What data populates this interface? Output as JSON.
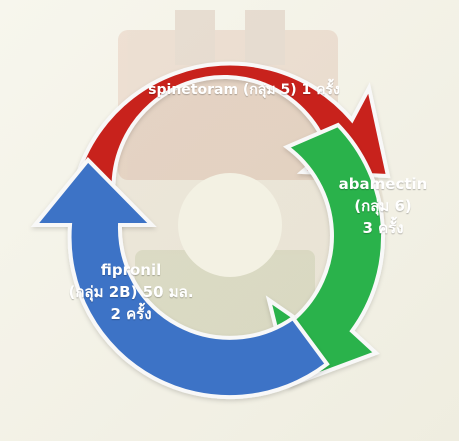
{
  "colors": {
    "background": "#f3f1e3",
    "red": "#c8221f",
    "green": "#2bb24c",
    "blue": "#3d73c6",
    "text": "#ffffff"
  },
  "cycle": {
    "segments": [
      {
        "color": "red",
        "lines": [
          "spinetoram (กลุ่ม 5) 1 ครั้ง"
        ]
      },
      {
        "color": "green",
        "lines": [
          "abamectin",
          "(กลุ่ม 6)",
          "3 ครั้ง"
        ]
      },
      {
        "color": "blue",
        "lines": [
          "fipronil",
          "(กลุ่ม 2B) 50 มล.",
          "2 ครั้ง"
        ]
      }
    ]
  }
}
